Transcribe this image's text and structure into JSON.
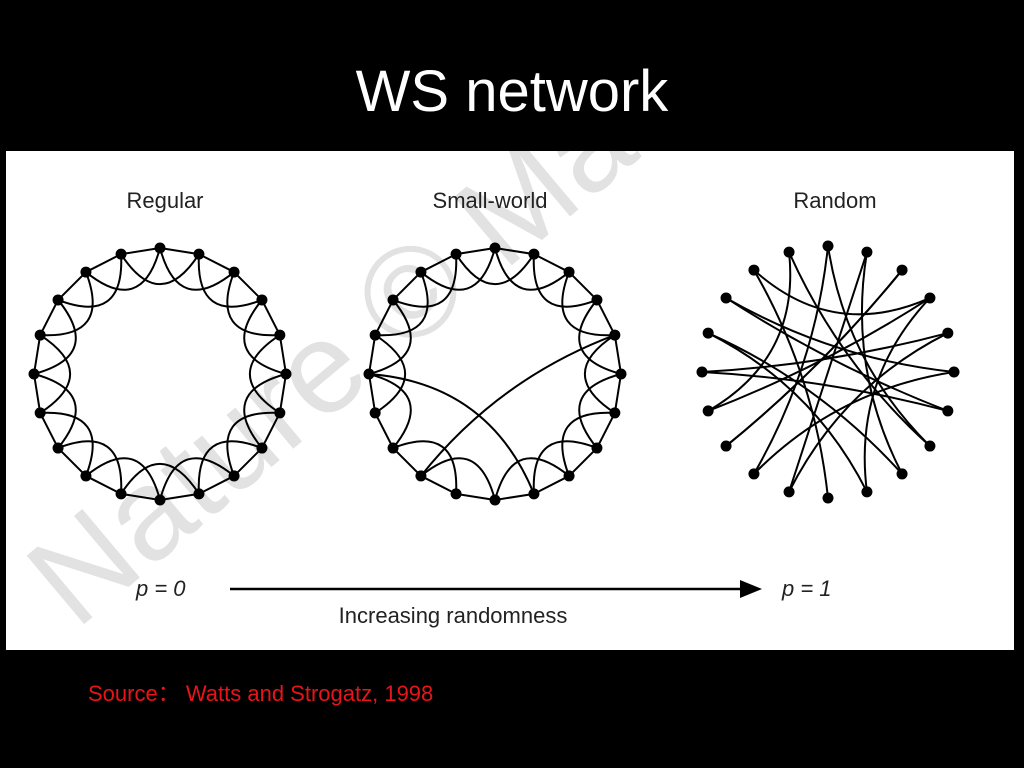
{
  "slide": {
    "title": "WS network"
  },
  "figure": {
    "panels": [
      {
        "label": "Regular"
      },
      {
        "label": "Small-world"
      },
      {
        "label": "Random"
      }
    ],
    "watermark": "Nature © Mac",
    "axis": {
      "start": "p = 0",
      "end": "p = 1",
      "label": "Increasing randomness"
    }
  },
  "source": {
    "prefix": "Source：",
    "citation": "Watts and Strogatz, 1998",
    "color": "#e8141a"
  }
}
